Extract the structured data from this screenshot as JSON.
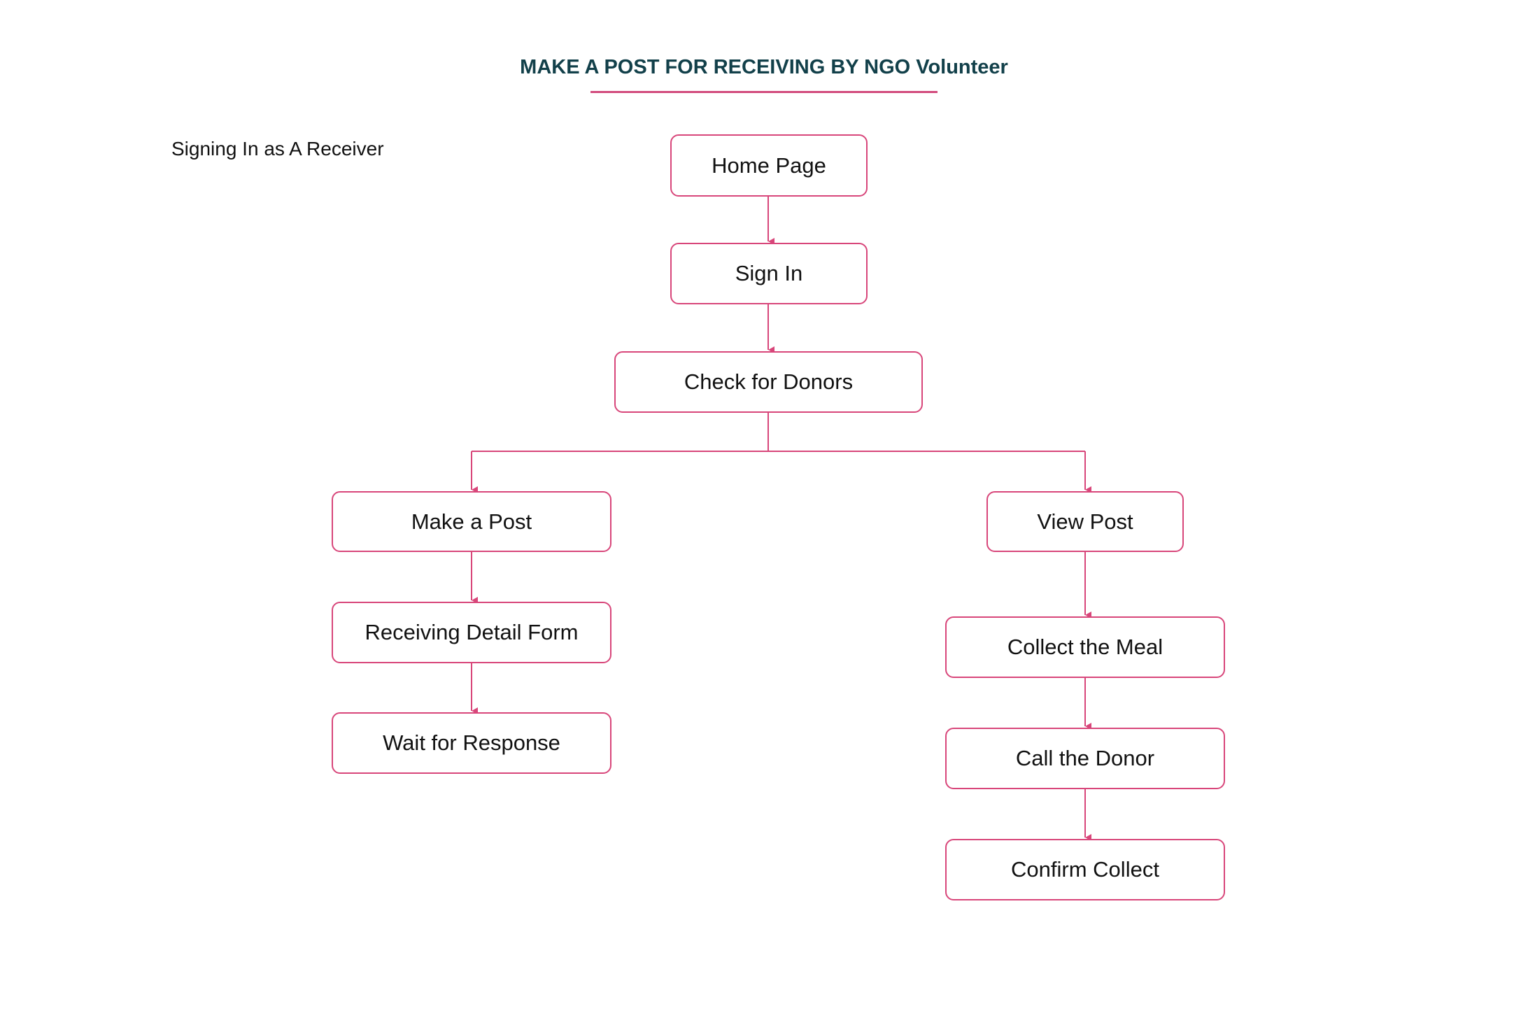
{
  "title": "MAKE A POST FOR RECEIVING BY NGO Volunteer",
  "context_label": "Signing In as A Receiver",
  "accent_color": "#d8467a",
  "title_color": "#12404a",
  "nodes": {
    "home_page": "Home Page",
    "sign_in": "Sign In",
    "check_for_donors": "Check for Donors",
    "make_a_post": "Make a Post",
    "receiving_detail_form": "Receiving Detail Form",
    "wait_for_response": "Wait for Response",
    "view_post": "View Post",
    "collect_the_meal": "Collect the Meal",
    "call_the_donor": "Call the Donor",
    "confirm_collect": "Confirm Collect"
  },
  "edges": [
    [
      "home_page",
      "sign_in"
    ],
    [
      "sign_in",
      "check_for_donors"
    ],
    [
      "check_for_donors",
      "make_a_post"
    ],
    [
      "check_for_donors",
      "view_post"
    ],
    [
      "make_a_post",
      "receiving_detail_form"
    ],
    [
      "receiving_detail_form",
      "wait_for_response"
    ],
    [
      "view_post",
      "collect_the_meal"
    ],
    [
      "collect_the_meal",
      "call_the_donor"
    ],
    [
      "call_the_donor",
      "confirm_collect"
    ]
  ]
}
